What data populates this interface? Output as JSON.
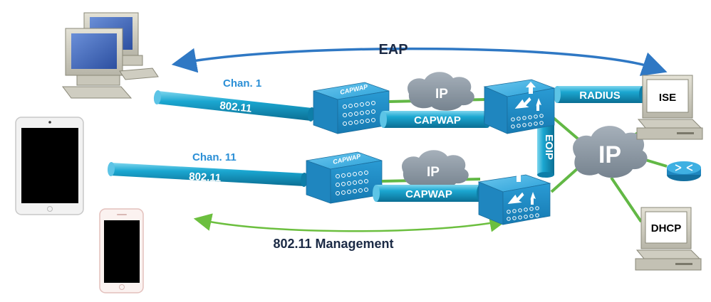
{
  "top_arrow_label": "EAP",
  "bottom_arrow_label": "802.11 Management",
  "link_top": {
    "channel": "Chan. 1",
    "protocol": "802.11"
  },
  "link_bottom": {
    "channel": "Chan. 11",
    "protocol": "802.11"
  },
  "ap_top_label": "CAPWAP",
  "ap_bottom_label": "CAPWAP",
  "cloud_top_label": "IP",
  "cloud_bottom_label": "IP",
  "cloud_core_label": "IP",
  "tunnel_top_label": "CAPWAP",
  "tunnel_bottom_label": "CAPWAP",
  "eoip_label": "EOIP",
  "radius_label": "RADIUS",
  "ise_label": "ISE",
  "dhcp_label": "DHCP",
  "colors": {
    "eap_arrow": "#2f78c4",
    "mgmt_arrow": "#6cbf3f",
    "tube": "#1aa0c8",
    "device_blue": "#2aa0d8",
    "cloud": "#8e9aa6",
    "green_link": "#62b845"
  },
  "icons": [
    "desktop-computer-icon",
    "tablet-icon",
    "smartphone-icon",
    "access-point-icon",
    "wlc-switch-icon",
    "router-icon",
    "server-icon",
    "cloud-icon"
  ]
}
